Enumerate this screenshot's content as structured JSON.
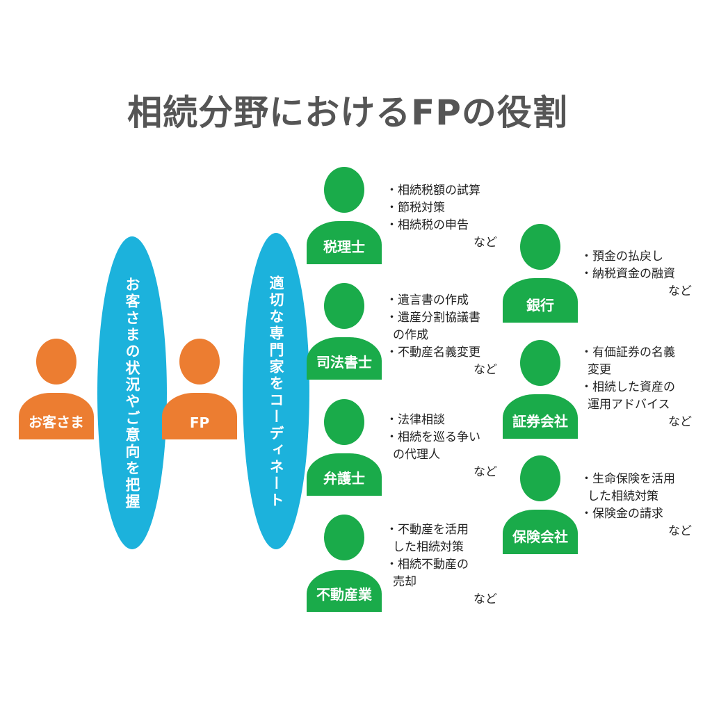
{
  "title": "相続分野におけるFPの役割",
  "colors": {
    "orange": "#ec7d31",
    "green": "#1aab4a",
    "blue": "#1cb2dc"
  },
  "customer": {
    "label": "お客さま"
  },
  "fp": {
    "label": "FP"
  },
  "oval_left": {
    "text": "お客さまの状況やご意向を把握"
  },
  "oval_right": {
    "text": "適切な専門家をコーディネート"
  },
  "experts": [
    {
      "label": "税理士",
      "lines": [
        "・相続税額の試算",
        "・節税対策",
        "・相続税の申告"
      ],
      "etc": "など"
    },
    {
      "label": "司法書士",
      "lines": [
        "・遺言書の作成",
        "・遺産分割協議書",
        "の作成",
        "・不動産名義変更"
      ],
      "etc": "など"
    },
    {
      "label": "弁護士",
      "lines": [
        "・法律相談",
        "・相続を巡る争い",
        "の代理人"
      ],
      "etc": "など"
    },
    {
      "label": "不動産業",
      "lines": [
        "・不動産を活用",
        "した相続対策",
        "・相続不動産の",
        "売却"
      ],
      "etc": "など"
    },
    {
      "label": "銀行",
      "lines": [
        "・預金の払戻し",
        "・納税資金の融資"
      ],
      "etc": "など"
    },
    {
      "label": "証券会社",
      "lines": [
        "・有価証券の名義",
        "変更",
        "・相続した資産の",
        "運用アドバイス"
      ],
      "etc": "など"
    },
    {
      "label": "保険会社",
      "lines": [
        "・生命保険を活用",
        "した相続対策",
        "・保険金の請求"
      ],
      "etc": "など"
    }
  ]
}
